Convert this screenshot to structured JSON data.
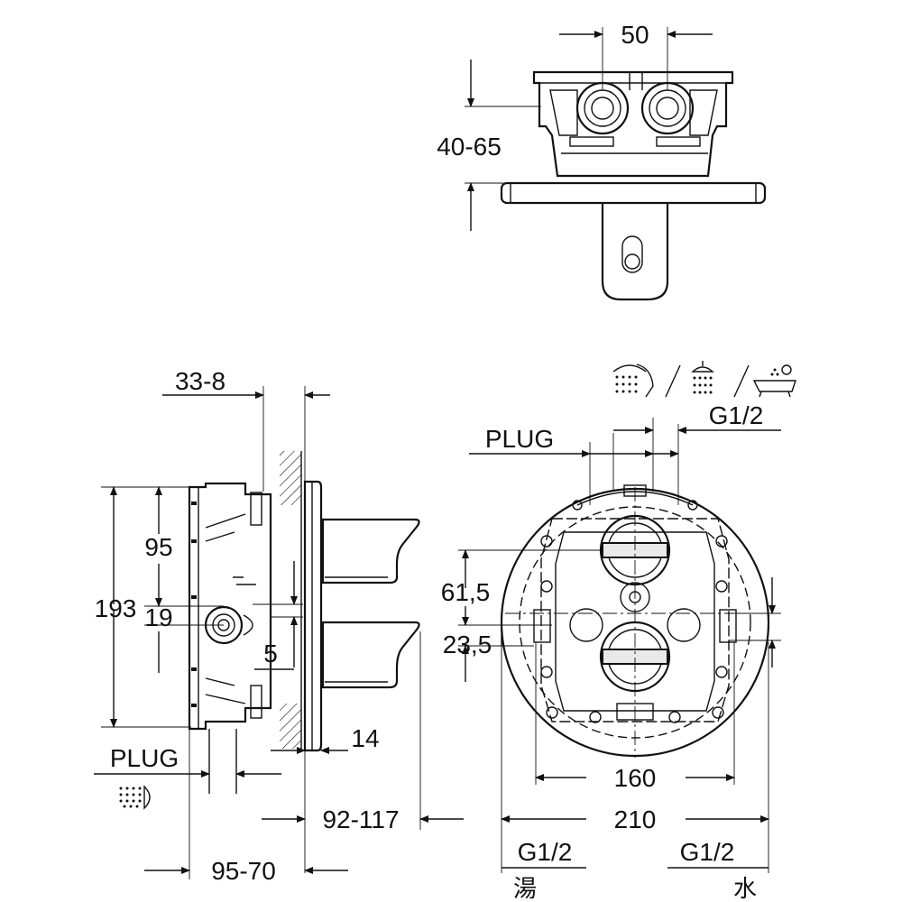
{
  "dimensions": {
    "top_width": "50",
    "top_depth": "40-65",
    "side_offset": "33-8",
    "side_upper": "95",
    "side_total": "193",
    "side_small": "19",
    "side_gap": "5",
    "wall_thickness": "14",
    "depth_range": "92-117",
    "back_range": "95-70",
    "front_height_upper": "61,5",
    "front_height_lower": "23,5",
    "front_inner_width": "160",
    "front_outer_width": "210"
  },
  "labels": {
    "plug_side": "PLUG",
    "plug_front": "PLUG",
    "outlet_thread": "G1/2",
    "hot_thread": "G1/2",
    "cold_thread": "G1/2",
    "hot_label": "湯",
    "cold_label": "水"
  },
  "icons": [
    "hand-shower-icon",
    "head-shower-icon",
    "bathtub-icon",
    "side-shower-icon"
  ]
}
